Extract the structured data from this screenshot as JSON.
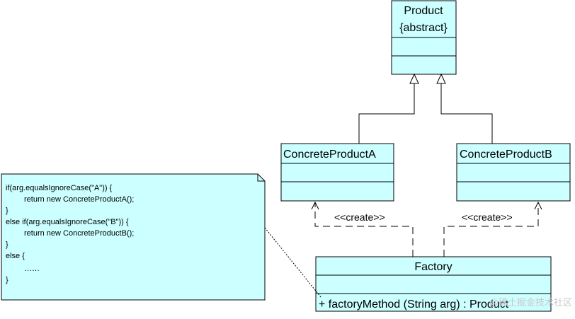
{
  "classes": {
    "product": {
      "name": "Product",
      "stereotype": "{abstract}"
    },
    "concrete_a": {
      "name": "ConcreteProductA"
    },
    "concrete_b": {
      "name": "ConcreteProductB"
    },
    "factory": {
      "name": "Factory",
      "method": "+  factoryMethod (String arg) : Product"
    }
  },
  "relations": {
    "create_label_a": "<<create>>",
    "create_label_b": "<<create>>"
  },
  "note": {
    "lines": [
      "if(arg.equalsIgnoreCase(\"A\")) {",
      "return new ConcreteProductA();",
      "}",
      "else if(arg.equalsIgnoreCase(\"B\")) {",
      "return new ConcreteProductB();",
      "}",
      "else {",
      "……",
      "}"
    ]
  },
  "watermark": "@稀土掘金技术社区"
}
